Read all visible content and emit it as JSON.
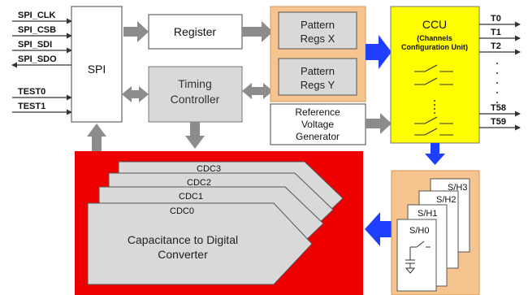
{
  "inputs": {
    "spi_clk": "SPI_CLK",
    "spi_csb": "SPI_CSB",
    "spi_sdi": "SPI_SDI",
    "spi_sdo": "SPI_SDO",
    "test0": "TEST0",
    "test1": "TEST1"
  },
  "blocks": {
    "spi": "SPI",
    "register": "Register",
    "timing_line1": "Timing",
    "timing_line2": "Controller",
    "pattern_x_line1": "Pattern",
    "pattern_x_line2": "Regs X",
    "pattern_y_line1": "Pattern",
    "pattern_y_line2": "Regs Y",
    "ref_line1": "Reference",
    "ref_line2": "Voltage",
    "ref_line3": "Generator",
    "ccu_title": "CCU",
    "ccu_sub1": "(Channels",
    "ccu_sub2": "Configuration Unit)"
  },
  "outputs": {
    "t0": "T0",
    "t1": "T1",
    "t2": "T2",
    "t58": "T58",
    "t59": "T59"
  },
  "cdc": {
    "cdc3": "CDC3",
    "cdc2": "CDC2",
    "cdc1": "CDC1",
    "cdc0": "CDC0",
    "main_line1": "Capacitance to Digital",
    "main_line2": "Converter"
  },
  "sh": {
    "sh3": "S/H3",
    "sh2": "S/H2",
    "sh1": "S/H1",
    "sh0": "S/H0"
  },
  "colors": {
    "red_panel": "#ee0000",
    "orange_panel": "#f5c48f",
    "ccu_yellow": "#ffff00",
    "blue_arrow": "#1f3fff",
    "gray_block": "#d9d9d9",
    "gray_arrow": "#8c8c8c"
  }
}
